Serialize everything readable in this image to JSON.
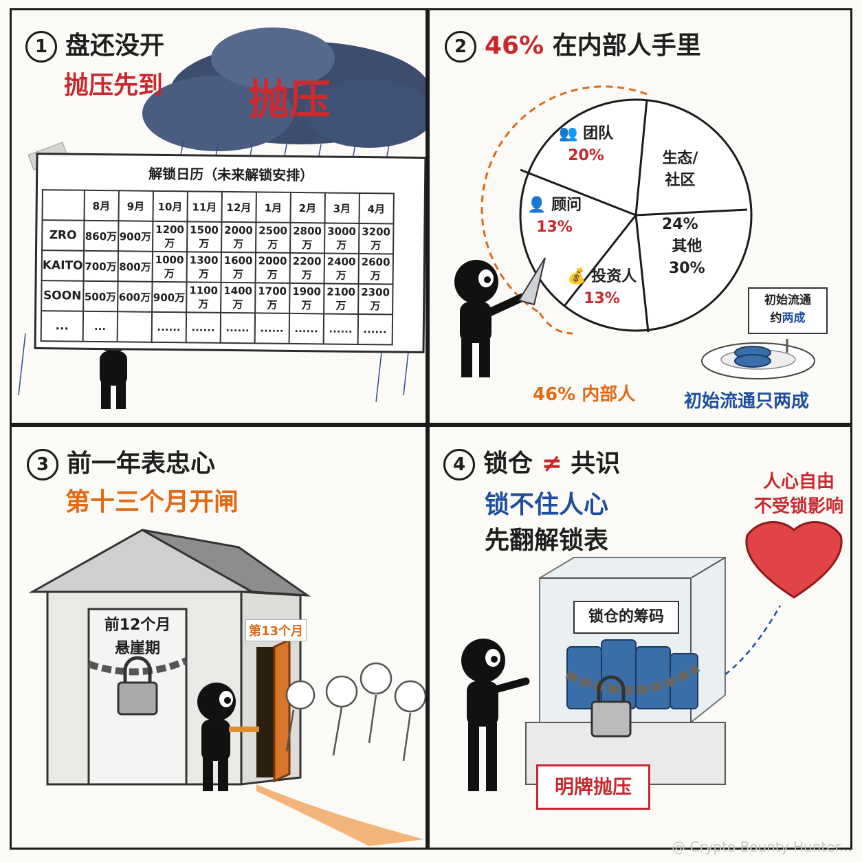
{
  "panel1": {
    "number": "1",
    "title": "盘还没开",
    "subtitle": "抛压先到",
    "cloud_text": "抛压",
    "calendar": {
      "title": "解锁日历（未来解锁安排）",
      "months": [
        "8月",
        "9月",
        "10月",
        "11月",
        "12月",
        "1月",
        "2月",
        "3月",
        "4月"
      ],
      "rows": [
        {
          "name": "ZRO",
          "values": [
            "860万",
            "900万",
            "1200万",
            "1500万",
            "2000万",
            "2500万",
            "2800万",
            "3000万",
            "3200万"
          ]
        },
        {
          "name": "KAITO",
          "values": [
            "700万",
            "800万",
            "1000万",
            "1300万",
            "1600万",
            "2000万",
            "2200万",
            "2400万",
            "2600万"
          ]
        },
        {
          "name": "SOON",
          "values": [
            "500万",
            "600万",
            "900万",
            "1100万",
            "1400万",
            "1700万",
            "1900万",
            "2100万",
            "2300万"
          ]
        },
        {
          "name": "...",
          "values": [
            "...",
            "",
            "......",
            "......",
            "......",
            "......",
            "......",
            "......",
            "......"
          ]
        }
      ]
    }
  },
  "panel2": {
    "number": "2",
    "title_highlight": "46%",
    "title": "在内部人手里",
    "pie": {
      "slices": [
        {
          "label": "团队",
          "value": "20%"
        },
        {
          "label": "生态/\n社区",
          "value": "24%"
        },
        {
          "label": "其他",
          "value": "30%"
        },
        {
          "label": "投资人",
          "value": "13%"
        },
        {
          "label": "顾问",
          "value": "13%"
        }
      ]
    },
    "sign_line1": "初始流通",
    "sign_line2_prefix": "约",
    "sign_line2_highlight": "两成",
    "caption_insiders": "46% 内部人",
    "caption_float": "初始流通只两成"
  },
  "panel3": {
    "number": "3",
    "title": "前一年表忠心",
    "subtitle": "第十三个月开闸",
    "door_note_line1": "前12个月",
    "door_note_line2": "悬崖期",
    "door_tag": "第13个月"
  },
  "panel4": {
    "number": "4",
    "title_part1": "锁仓",
    "title_neq": "≠",
    "title_part2": "共识",
    "subtitle": "锁不住人心",
    "subtitle2": "先翻解锁表",
    "heart_text_line1": "人心自由",
    "heart_text_line2": "不受锁影响",
    "box_label": "锁仓的筹码",
    "base_sign": "明牌抛压"
  },
  "watermark": "@ Crypto Bounty Hunter..."
}
